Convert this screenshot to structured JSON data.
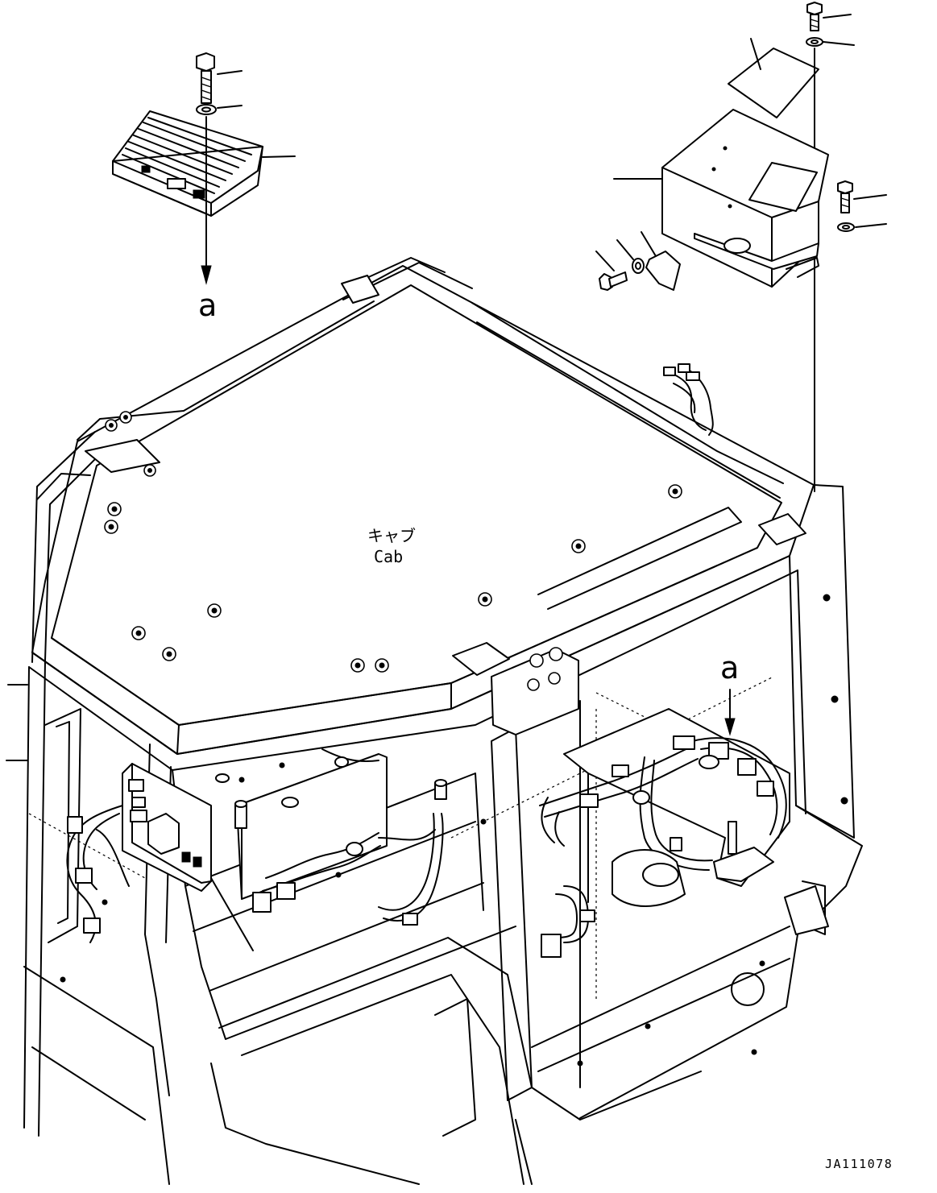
{
  "labels": {
    "cab_jp": "キャブ",
    "cab_en": "Cab",
    "ref_a_top": "a",
    "ref_a_bottom": "a",
    "drawing_number": "JA111078"
  },
  "colors": {
    "line": "#000000",
    "background": "#ffffff"
  }
}
